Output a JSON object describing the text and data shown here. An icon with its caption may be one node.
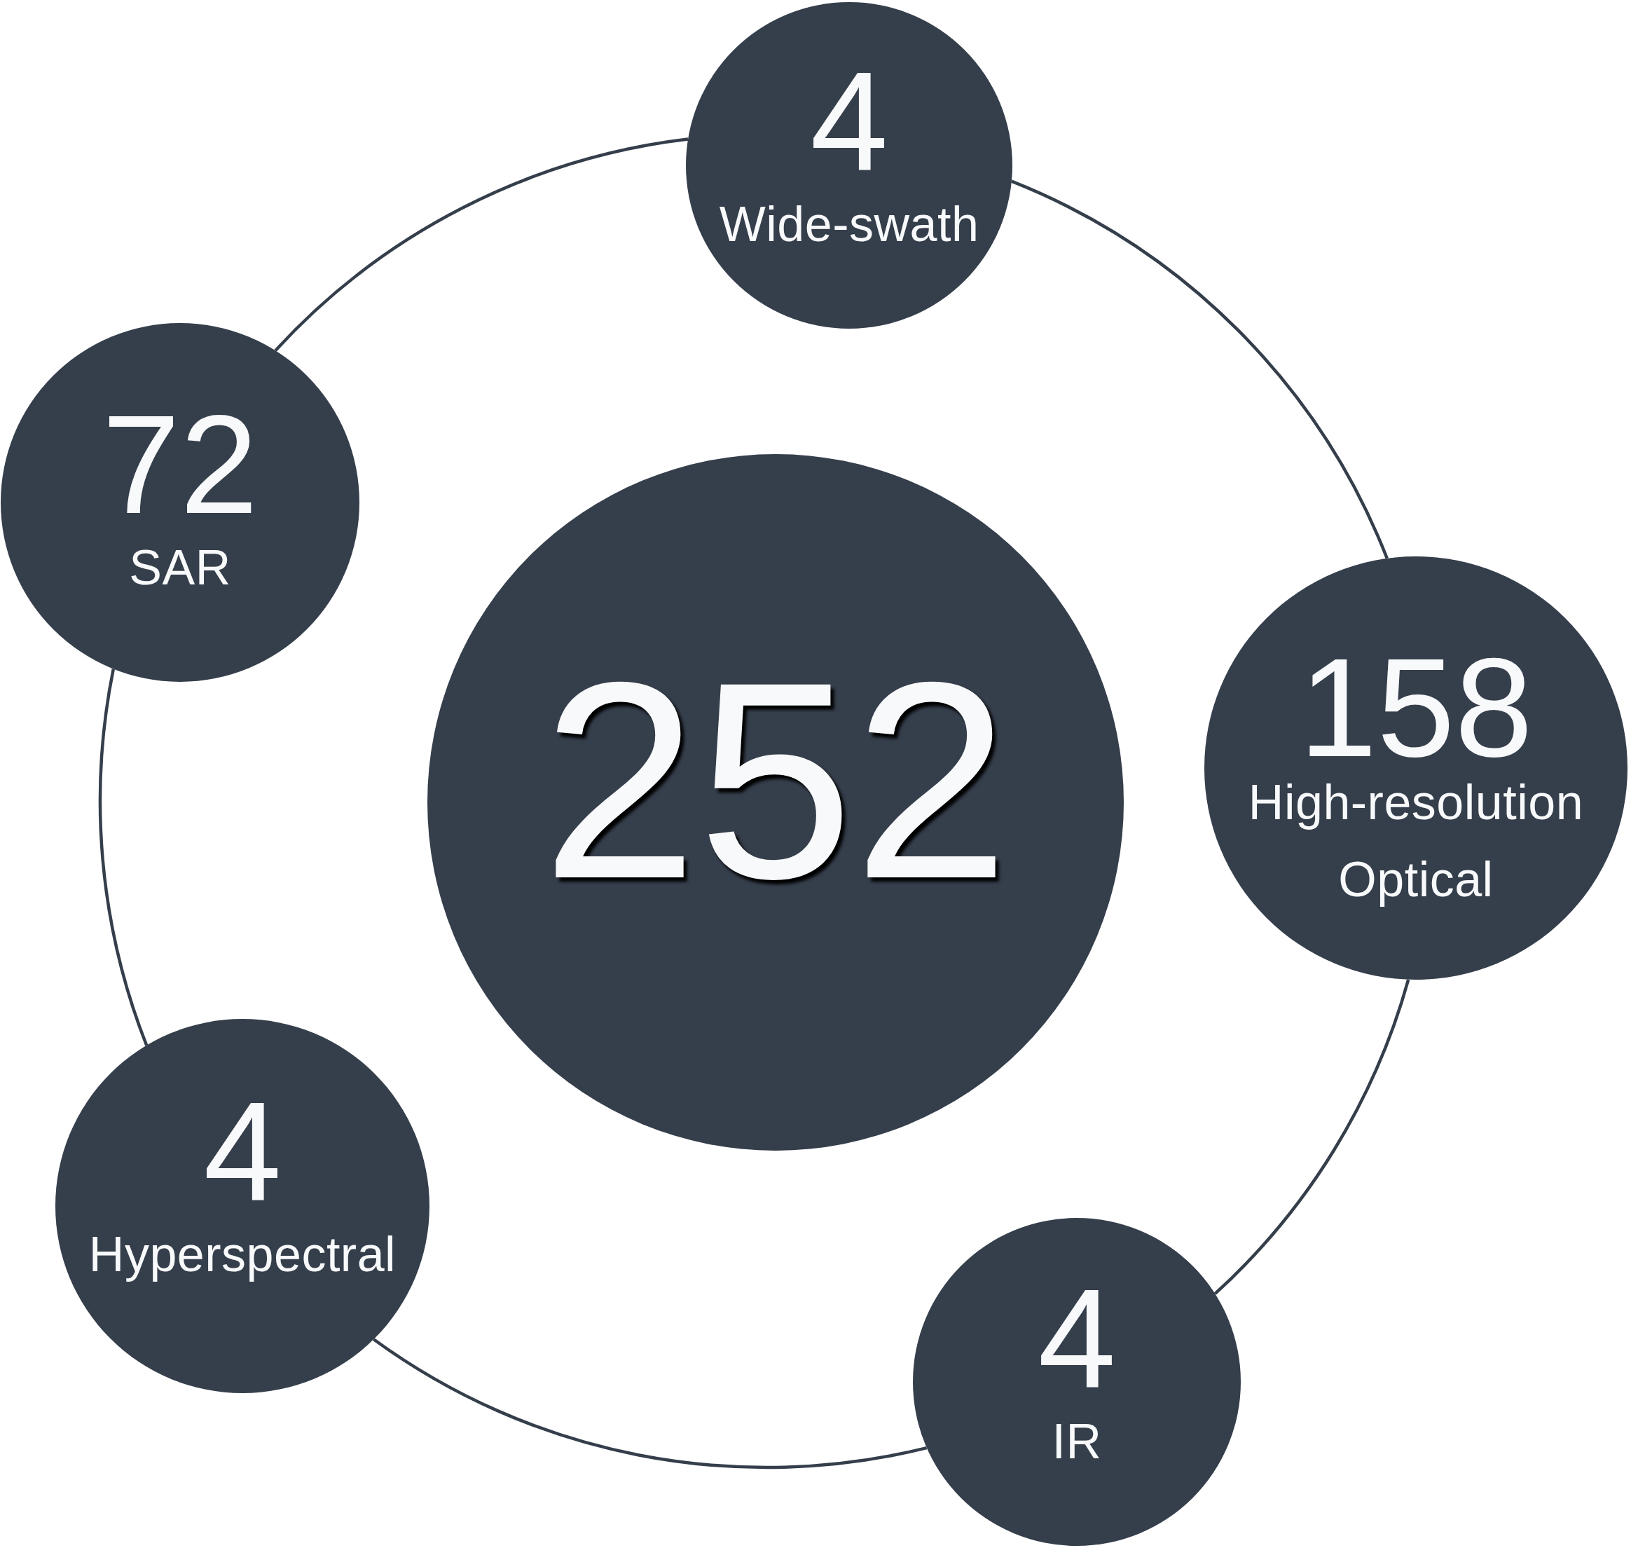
{
  "diagram": {
    "nodes": [
      {
        "text": [
          "252"
        ]
      },
      {
        "text": [
          "4",
          "Wide-swath"
        ]
      },
      {
        "text": [
          "158",
          "High-resolution Optical"
        ]
      },
      {
        "text": [
          "4",
          "IR"
        ]
      },
      {
        "text": [
          "4",
          "Hyperspectral"
        ]
      },
      {
        "text": [
          "72",
          "SAR"
        ]
      }
    ],
    "edges": [
      {
        "from": 1,
        "to": 2,
        "arrow": "none"
      },
      {
        "from": 2,
        "to": 3,
        "arrow": "none"
      },
      {
        "from": 3,
        "to": 4,
        "arrow": "none"
      },
      {
        "from": 4,
        "to": 5,
        "arrow": "none"
      },
      {
        "from": 5,
        "to": 1,
        "arrow": "none"
      }
    ]
  }
}
